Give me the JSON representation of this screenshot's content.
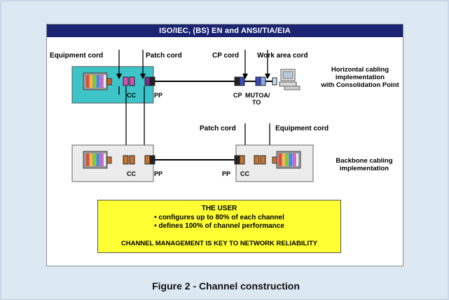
{
  "diagram": {
    "header": "ISO/IEC, (BS) EN and ANSI/TIA/EIA",
    "top_labels": {
      "equipment_cord": "Equipment cord",
      "patch_cord": "Patch cord",
      "cp_cord": "CP cord",
      "work_area_cord": "Work area cord"
    },
    "horizontal": {
      "cc": "CC",
      "pp": "PP",
      "cp": "CP",
      "mutoa": "MUTOA/",
      "to": "TO",
      "description_line1": "Horizontal cabling",
      "description_line2": "implementation",
      "description_line3": "with Consolidation Point"
    },
    "backbone": {
      "patch_cord": "Patch cord",
      "equipment_cord": "Equipment cord",
      "cc_left": "CC",
      "pp_left": "PP",
      "pp_right": "PP",
      "cc_right": "CC",
      "description_line1": "Backbone cabling",
      "description_line2": "implementation"
    },
    "message": {
      "title": "THE USER",
      "line1": "• configures up to 80% of each channel",
      "line2": "• defines 100% of channel performance",
      "footer": "CHANNEL MANAGEMENT IS KEY TO NETWORK RELIABILITY"
    },
    "colors": {
      "title_bar": "#1a2472",
      "horizontal_box": "#3cc4c8",
      "backbone_box": "#ececec",
      "message_box": "#ffff33",
      "background": "#dce8f2"
    }
  },
  "caption": "Figure 2 - Channel construction"
}
